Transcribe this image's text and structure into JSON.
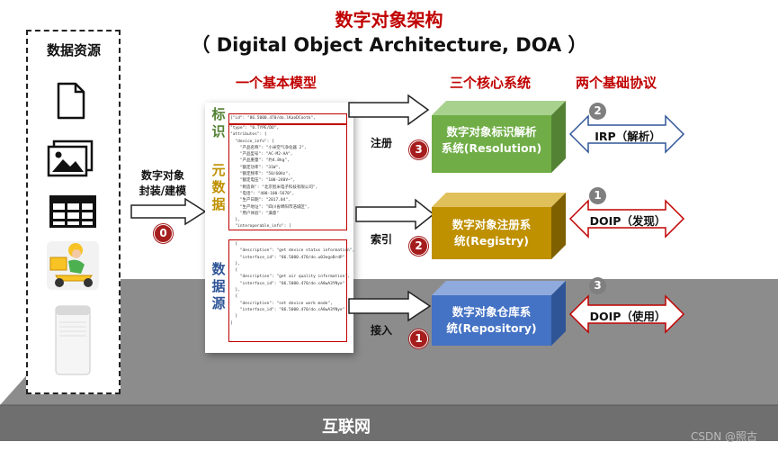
{
  "title": {
    "main": "数字对象架构",
    "sub": "（ Digital Object Architecture, DOA ）"
  },
  "headers": {
    "model": "一个基本模型",
    "systems": "三个核心系统",
    "protocols": "两个基础协议"
  },
  "data_source": {
    "label": "数据资源",
    "icons": [
      "document-icon",
      "image-icon",
      "table-icon",
      "delivery-rider-icon",
      "air-purifier-icon"
    ]
  },
  "encapsulate": {
    "line1": "数字对象",
    "line2": "封装/建模",
    "step": "0"
  },
  "object_doc": {
    "sections": [
      {
        "label": "标识",
        "color": "#548235"
      },
      {
        "label": "元数据",
        "color": "#bf9000"
      },
      {
        "label": "数据源",
        "color": "#2f5597"
      }
    ],
    "id_line": "{\"id\": \"86.5000.470/do.lKaoDCootk\",",
    "meta_lines": [
      "\"type\": \"0.TYPE/DO\",",
      "\"attributes\": {",
      "  \"device_info\": {",
      "    \"产品名称\": \"小米空气净化器 2\",",
      "    \"产品型号\": \"AC-M2-AA\",",
      "    \"产品重量\": \"约4.8kg\",",
      "    \"额定功率\": \"31W\",",
      "    \"额定频率\": \"50/60Hz\",",
      "    \"额定电压\": \"100-240V~\",",
      "    \"制造商\": \"北京智米电子科技有限公司\",",
      "    \"电话\": \"400-100-5678\",",
      "    \"生产日期\": \"2017.04\",",
      "    \"生产地址\": \"四川省绵阳市涪城区\",",
      "    \"用户体验\": \"满意\"",
      "  },",
      "  \"interoperable_info\": ["
    ],
    "source_lines": [
      "  {",
      "    \"description\": \"get device status information\",",
      "    \"interface_id\": \"86.5000.470/do.u03egoBrdP\"",
      "  },",
      "  {",
      "    \"description\": \"get air quality information\",",
      "    \"interface_id\": \"86.5000.470/do.cA8wA3YNye\"",
      "  },",
      "  {",
      "    \"description\": \"set device work mode\",",
      "    \"interface_id\": \"86.5000.470/do.cA8wA3YNye\"",
      "  }",
      "]"
    ]
  },
  "links": [
    {
      "label": "注册",
      "step": "3"
    },
    {
      "label": "索引",
      "step": "2"
    },
    {
      "label": "接入",
      "step": "1"
    }
  ],
  "systems": [
    {
      "line1": "数字对象标识解析",
      "line2": "系统(Resolution)",
      "front": "#70ad47",
      "top": "#a9d18e",
      "side": "#548235"
    },
    {
      "line1": "数字对象注册系",
      "line2": "统(Registry)",
      "front": "#bf9000",
      "top": "#e0c05a",
      "side": "#7f6000"
    },
    {
      "line1": "数字对象仓库系",
      "line2": "统(Repository)",
      "front": "#4472c4",
      "top": "#8faadc",
      "side": "#2f5597"
    }
  ],
  "protocols": [
    {
      "step": "2",
      "label": "IRP（解析）",
      "color": "#2f5597"
    },
    {
      "step": "1",
      "label": "DOIP（发现）",
      "color": "#c00000"
    },
    {
      "step": "3",
      "label": "DOIP（使用）",
      "color": "#c00000"
    }
  ],
  "internet": "互联网",
  "watermark": "CSDN @照古"
}
